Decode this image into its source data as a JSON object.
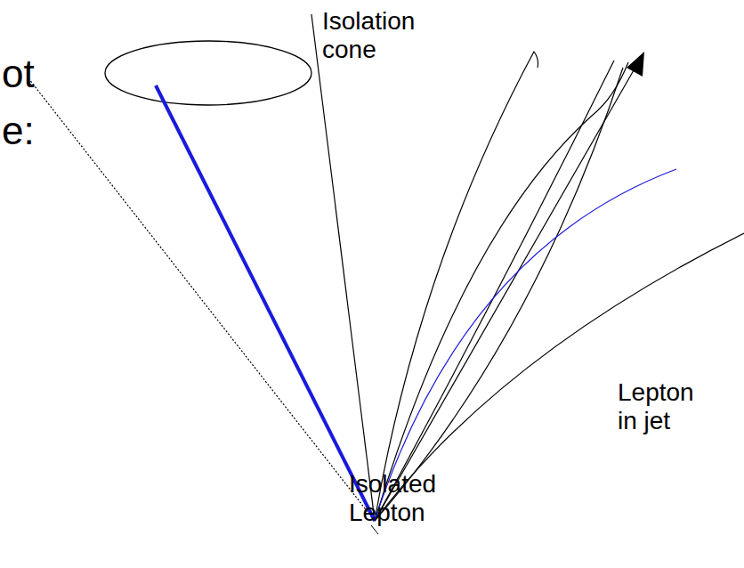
{
  "diagram": {
    "labels": [
      "ot",
      "e:",
      "Isolation cone",
      "Isolated Lepton",
      "Lepton in jet"
    ]
  }
}
